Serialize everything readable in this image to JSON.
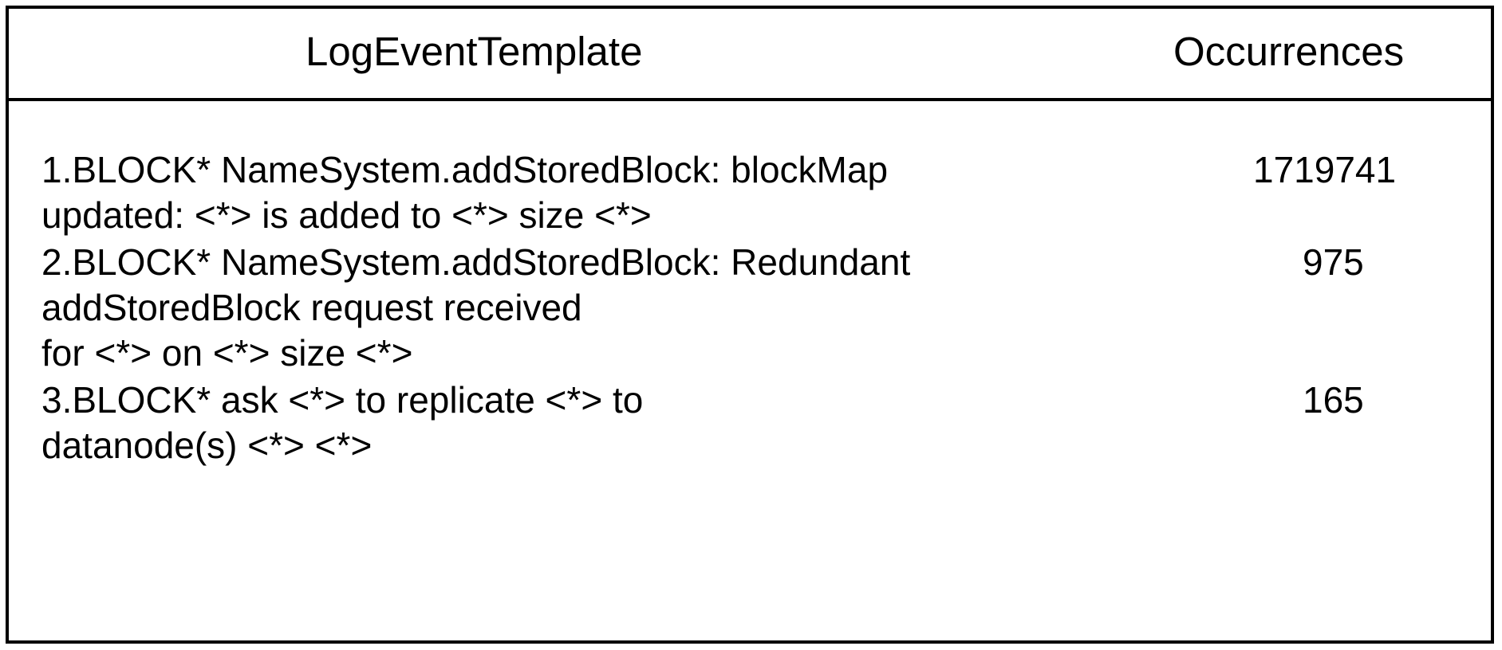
{
  "table": {
    "columns": [
      {
        "key": "template",
        "label": "LogEventTemplate"
      },
      {
        "key": "occurrences",
        "label": "Occurrences"
      }
    ],
    "rows": [
      {
        "index": "1",
        "template_lines": [
          "1.BLOCK* NameSystem.addStoredBlock: blockMap",
          "updated: <*> is added to <*> size <*>"
        ],
        "occurrences": "1719741"
      },
      {
        "index": "2",
        "template_lines": [
          "2.BLOCK* NameSystem.addStoredBlock: Redundant",
          "addStoredBlock request received",
          "for <*> on <*> size <*>"
        ],
        "occurrences": "975"
      },
      {
        "index": "3",
        "template_lines": [
          "3.BLOCK* ask <*> to replicate <*> to",
          "datanode(s) <*> <*>"
        ],
        "occurrences": "165"
      }
    ]
  },
  "style": {
    "border_color": "#000000",
    "text_color": "#000000",
    "background": "#ffffff"
  }
}
